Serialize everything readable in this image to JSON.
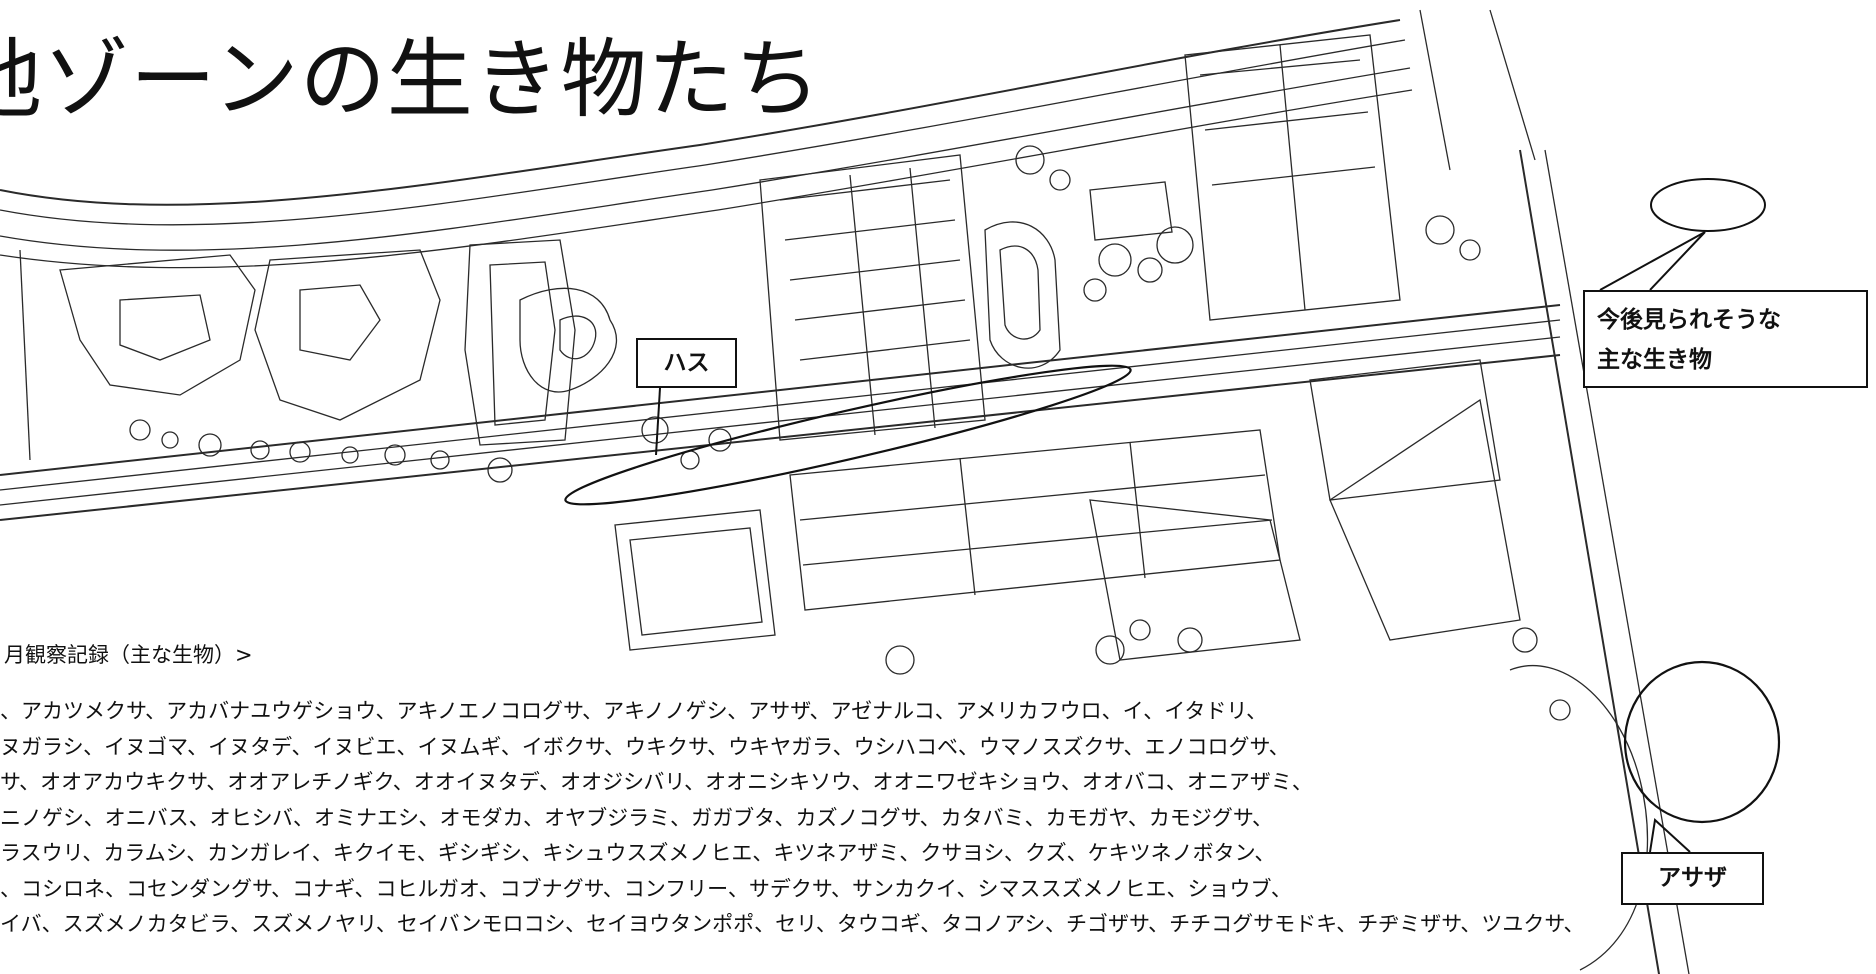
{
  "title": "池ゾーンの生き物たち",
  "callouts": {
    "hasu": "ハス",
    "future": [
      "今後見られそうな",
      "主な生き物"
    ],
    "asaza": "アサザ"
  },
  "record": {
    "heading": "月観察記録（主な生物）>",
    "lines": [
      "、アカツメクサ、アカバナユウゲショウ、アキノエノコログサ、アキノノゲシ、アサザ、アゼナルコ、アメリカフウロ、イ、イタドリ、",
      "ヌガラシ、イヌゴマ、イヌタデ、イヌビエ、イヌムギ、イボクサ、ウキクサ、ウキヤガラ、ウシハコベ、ウマノスズクサ、エノコログサ、",
      "サ、オオアカウキクサ、オオアレチノギク、オオイヌタデ、オオジシバリ、オオニシキソウ、オオニワゼキショウ、オオバコ、オニアザミ、",
      "ニノゲシ、オニバス、オヒシバ、オミナエシ、オモダカ、オヤブジラミ、ガガブタ、カズノコグサ、カタバミ、カモガヤ、カモジグサ、",
      "ラスウリ、カラムシ、カンガレイ、キクイモ、ギシギシ、キシュウスズメノヒエ、キツネアザミ、クサヨシ、クズ、ケキツネノボタン、",
      "、コシロネ、コセンダングサ、コナギ、コヒルガオ、コブナグサ、コンフリー、サデクサ、サンカクイ、シマススズメノヒエ、ショウブ、",
      "イバ、スズメノカタビラ、スズメノヤリ、セイバンモロコシ、セイヨウタンポポ、セリ、タウコギ、タコノアシ、チゴザサ、チチコグサモドキ、チヂミザサ、ツユクサ、"
    ]
  },
  "colors": {
    "line": "#222222",
    "background": "#ffffff"
  }
}
